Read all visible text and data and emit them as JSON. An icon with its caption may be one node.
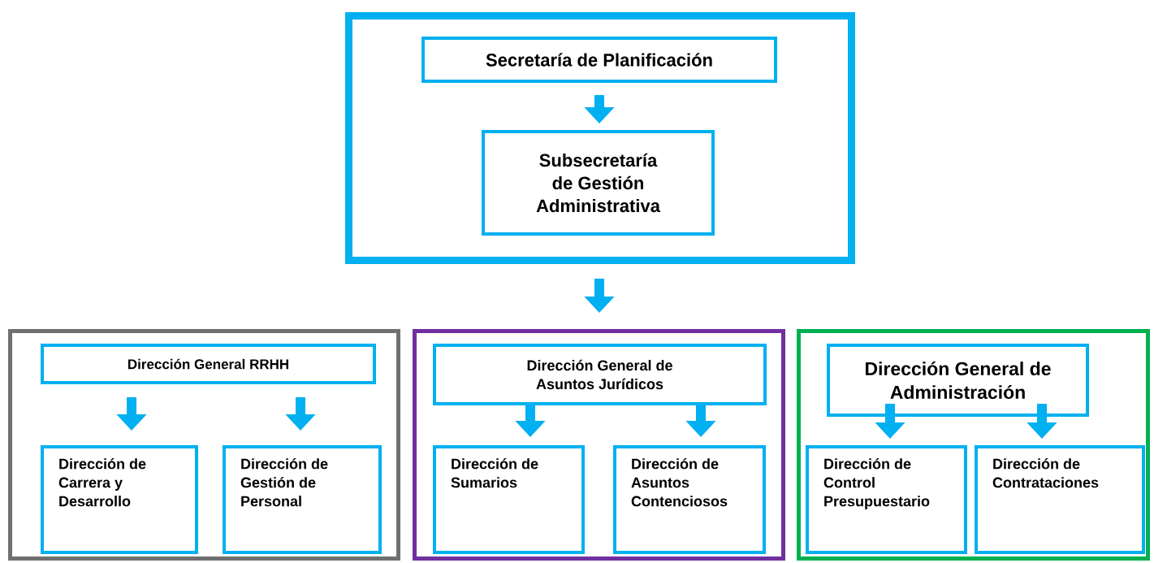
{
  "diagram": {
    "nodes": [
      {
        "text": [],
        "shape": "box"
      },
      {
        "text": [
          "Secretaría de Planificación"
        ],
        "in": 0
      },
      {
        "text": [
          "Subsecretaría de Gestión Administrativa"
        ],
        "in": 0
      },
      {
        "text": [],
        "shape": "box"
      },
      {
        "text": [
          "Dirección General RRHH"
        ],
        "in": 3
      },
      {
        "text": [
          "Dirección de Carrera y Desarrollo"
        ],
        "in": 3
      },
      {
        "text": [
          "Dirección de Gestión de Personal"
        ],
        "in": 3
      },
      {
        "text": [],
        "shape": "box"
      },
      {
        "text": [
          "Dirección General de Asuntos Jurídicos"
        ],
        "in": 7
      },
      {
        "text": [
          "Dirección de Sumarios"
        ],
        "in": 7
      },
      {
        "text": [
          "Dirección de Asuntos Contenciosos"
        ],
        "in": 7
      },
      {
        "text": [],
        "shape": "box"
      },
      {
        "text": [
          "Dirección General de Administración"
        ],
        "in": 11
      },
      {
        "text": [
          "Dirección de Control Presupuestario"
        ],
        "in": 11
      },
      {
        "text": [
          "Dirección de Contrataciones"
        ],
        "in": 11
      }
    ],
    "edges": [
      {
        "from": 1,
        "to": 2,
        "arrow": "to"
      },
      {
        "from": 0,
        "to": 7,
        "arrow": "to"
      },
      {
        "from": 4,
        "to": 5,
        "arrow": "to"
      },
      {
        "from": 4,
        "to": 6,
        "arrow": "to"
      },
      {
        "from": 8,
        "to": 9,
        "arrow": "to"
      },
      {
        "from": 8,
        "to": 10,
        "arrow": "to"
      },
      {
        "from": 12,
        "to": 13,
        "arrow": "to"
      },
      {
        "from": 12,
        "to": 14,
        "arrow": "to"
      }
    ]
  }
}
